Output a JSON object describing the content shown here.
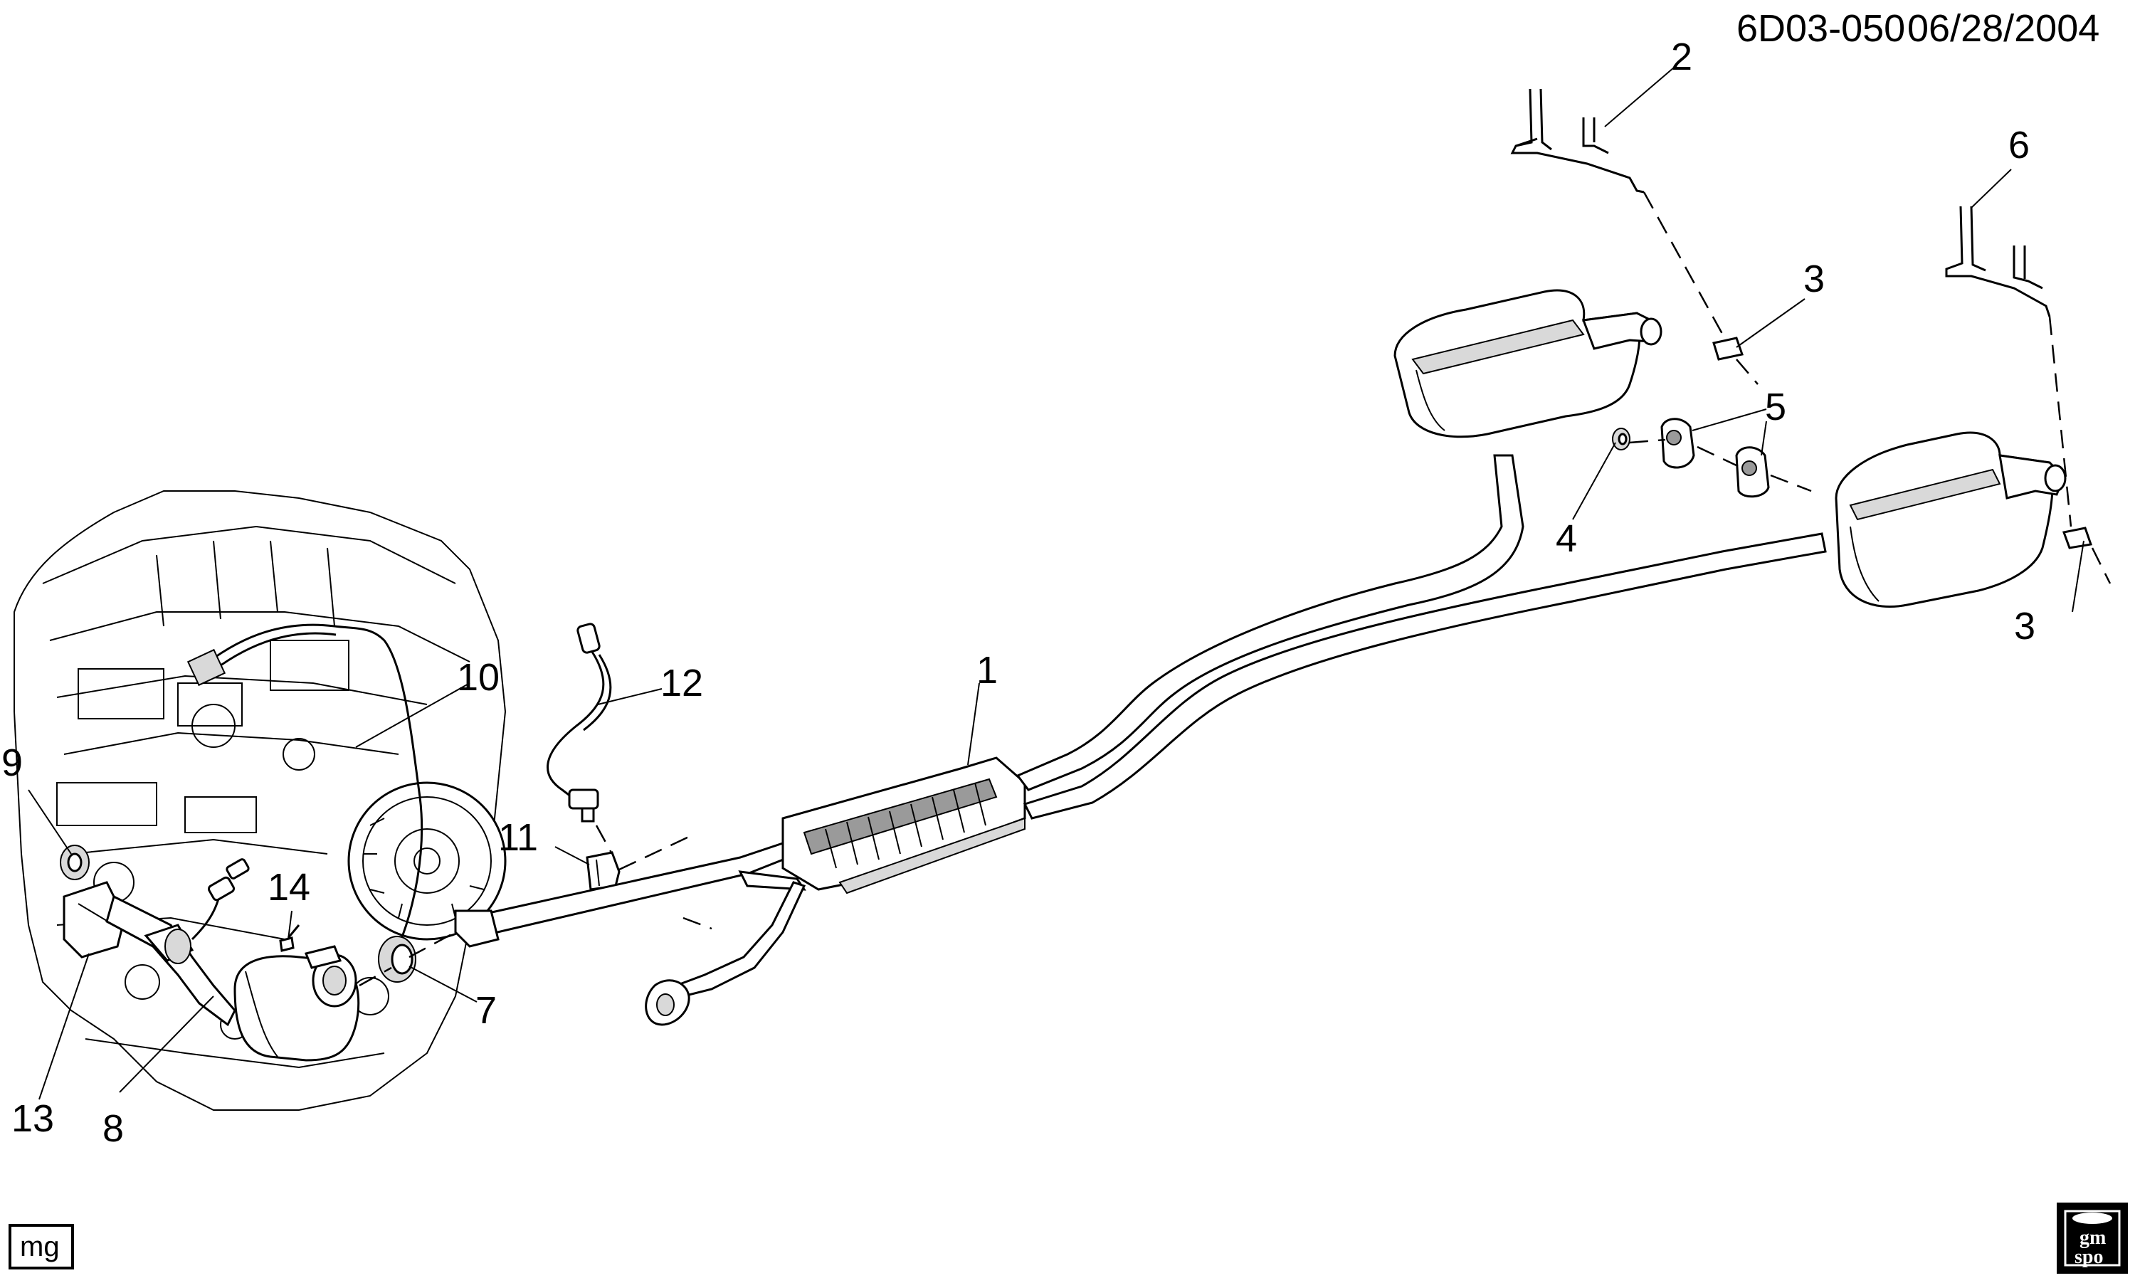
{
  "header": {
    "diagram_code": "6D03-050",
    "date": "06/28/2004"
  },
  "callouts": {
    "c1": "1",
    "c2": "2",
    "c3a": "3",
    "c3b": "3",
    "c4": "4",
    "c5": "5",
    "c6": "6",
    "c7": "7",
    "c8": "8",
    "c9": "9",
    "c10": "10",
    "c11": "11",
    "c12": "12",
    "c13": "13",
    "c14": "14"
  },
  "badges": {
    "mg": "mg",
    "gm": "gm",
    "spo": "spo"
  }
}
